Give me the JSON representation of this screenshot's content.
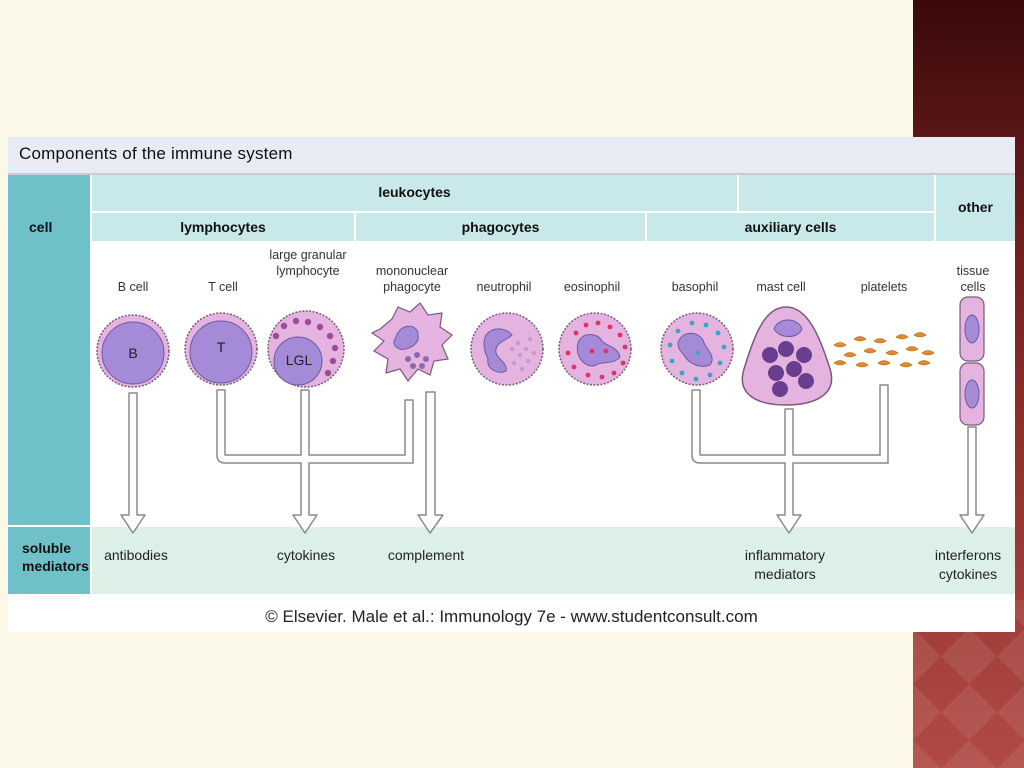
{
  "title": "Components of the immune system",
  "rows": {
    "cell": "cell",
    "mediators": "soluble mediators"
  },
  "headers": {
    "leukocytes": "leukocytes",
    "other": "other",
    "lymphocytes": "lymphocytes",
    "phagocytes": "phagocytes",
    "auxiliary": "auxiliary cells"
  },
  "cells": {
    "b_cell": "B cell",
    "t_cell": "T cell",
    "lgl": "large granular lymphocyte",
    "mononuclear": "mononuclear phagocyte",
    "neutrophil": "neutrophil",
    "eosinophil": "eosinophil",
    "basophil": "basophil",
    "mast_cell": "mast cell",
    "platelets": "platelets",
    "tissue": "tissue cells"
  },
  "nucleus_labels": {
    "b": "B",
    "t": "T",
    "lgl": "LGL"
  },
  "mediators": {
    "antibodies": "antibodies",
    "cytokines": "cytokines",
    "complement": "complement",
    "inflammatory": "inflammatory mediators",
    "interferons": "interferons cytokines"
  },
  "credit": "© Elsevier. Male et al.: Immunology 7e - www.studentconsult.com",
  "colors": {
    "teal": "#6ec1c8",
    "light_teal": "#c8e8ea",
    "mediator_band": "#dcf0e8",
    "cell_fill": "#e4b3e0",
    "nucleus": "#a58ad8",
    "background": "#fbf8e8"
  }
}
